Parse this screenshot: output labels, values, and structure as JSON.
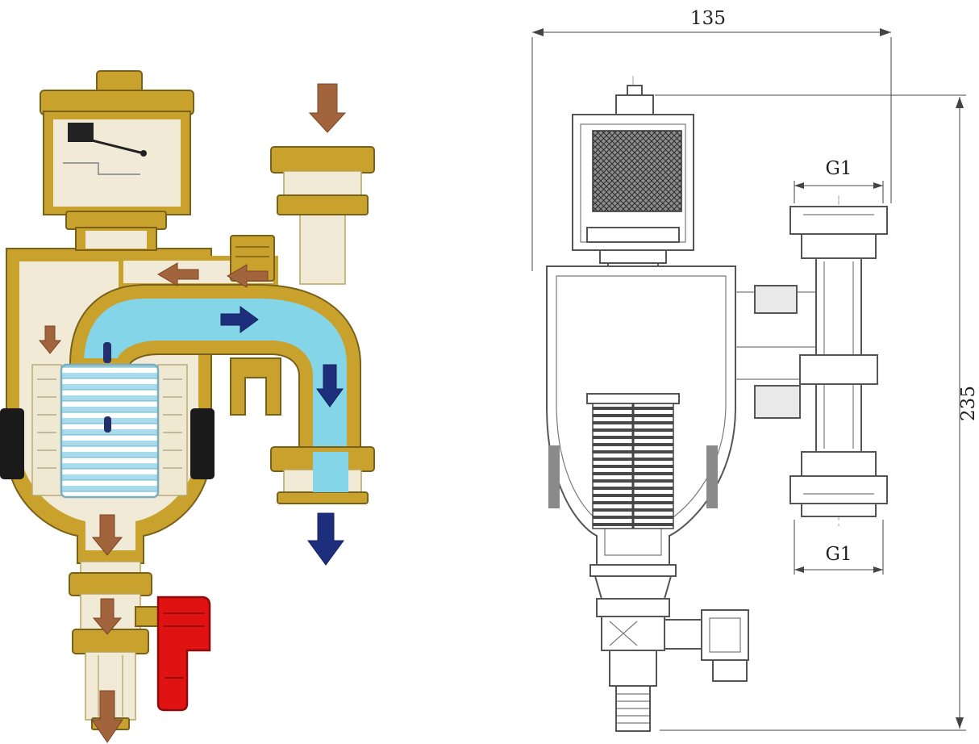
{
  "right_drawing": {
    "dim_width": "135",
    "dim_height": "235",
    "port_top_label": "G1",
    "port_bottom_label": "G1"
  },
  "left_diagram": {
    "colors": {
      "brass_body": "#c9a22d",
      "interior": "#f0ead6",
      "water": "#85d5e9",
      "dirty_flow_arrow": "#a2643c",
      "clean_flow_arrow": "#1d2e7d",
      "drain_valve": "#e01212",
      "magnet": "#1a1a1a"
    },
    "flow_arrows": [
      {
        "name": "inlet-down-arrow",
        "color": "brown"
      },
      {
        "name": "upper-duct-left-arrow-1",
        "color": "brown"
      },
      {
        "name": "upper-duct-left-arrow-2",
        "color": "brown"
      },
      {
        "name": "filter-entry-down-arrow",
        "color": "brown"
      },
      {
        "name": "channel-right-arrow",
        "color": "navy"
      },
      {
        "name": "outlet-pipe-down-arrow",
        "color": "navy"
      },
      {
        "name": "outlet-exit-down-arrow",
        "color": "navy"
      },
      {
        "name": "vessel-settling-down-arrow",
        "color": "brown"
      },
      {
        "name": "drain-flow-down-arrow",
        "color": "brown"
      },
      {
        "name": "drain-exit-down-arrow",
        "color": "brown"
      }
    ]
  }
}
